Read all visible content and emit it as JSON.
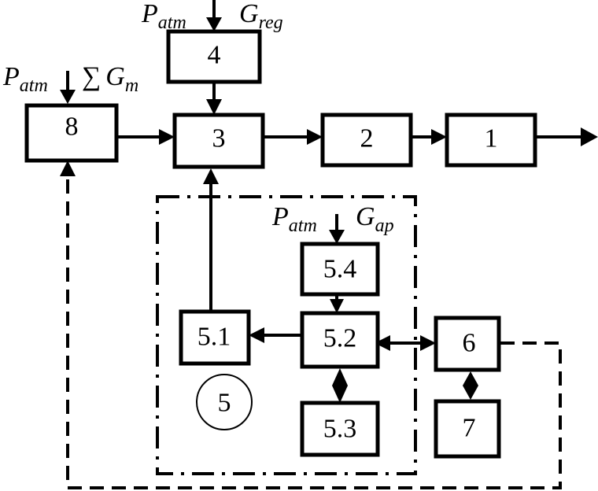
{
  "blocks": {
    "b1": "1",
    "b2": "2",
    "b3": "3",
    "b4": "4",
    "b5_1": "5.1",
    "b5_2": "5.2",
    "b5_3": "5.3",
    "b5_4": "5.4",
    "b5": "5",
    "b6": "6",
    "b7": "7",
    "b8": "8"
  },
  "inputs": {
    "p_symbol": "P",
    "atm": "atm",
    "g_symbol": "G",
    "reg": "reg",
    "ap": "ap",
    "sum_symbol": "∑",
    "m": "m"
  }
}
